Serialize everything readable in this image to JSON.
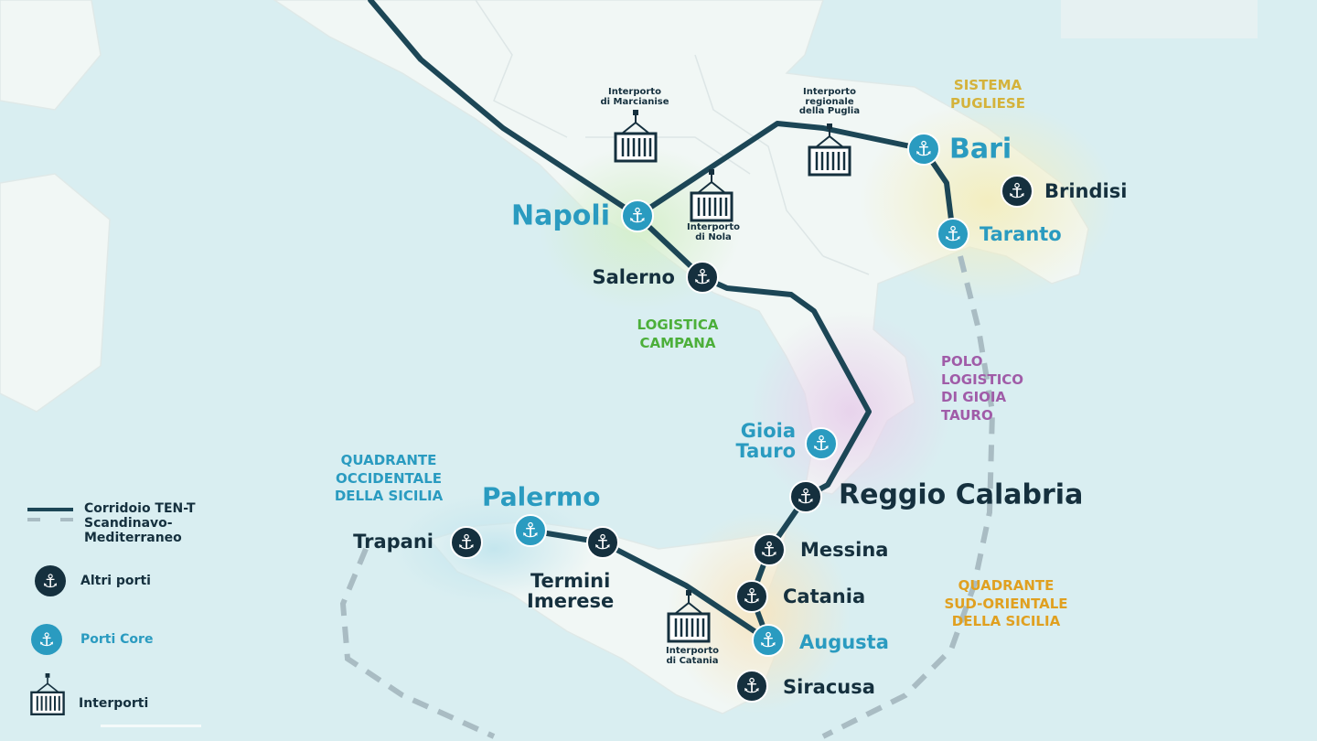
{
  "colors": {
    "sea": "#d9eef1",
    "land": "#f1f7f5",
    "corridor": "#1c4656",
    "core_port": "#2a9bc0",
    "other_port": "#15303e",
    "puglia": "#d4b23a",
    "campania": "#4caf3a",
    "gioia_tauro": "#a05ca8",
    "sicilia_ovest": "#2a9bc0",
    "sicilia_sud_est": "#e0a020"
  },
  "icons": {
    "port": "anchor-icon",
    "interporto": "container-crane-icon",
    "anchor_glyph": "⚓"
  },
  "ports": {
    "napoli": {
      "label": "Napoli",
      "type": "core"
    },
    "salerno": {
      "label": "Salerno",
      "type": "other"
    },
    "bari": {
      "label": "Bari",
      "type": "core"
    },
    "brindisi": {
      "label": "Brindisi",
      "type": "other"
    },
    "taranto": {
      "label": "Taranto",
      "type": "core"
    },
    "gioia_tauro": {
      "label_1": "Gioia",
      "label_2": "Tauro",
      "type": "core"
    },
    "reggio_calabria": {
      "label": "Reggio Calabria",
      "type": "other"
    },
    "messina": {
      "label": "Messina",
      "type": "other"
    },
    "catania": {
      "label": "Catania",
      "type": "other"
    },
    "augusta": {
      "label": "Augusta",
      "type": "core"
    },
    "siracusa": {
      "label": "Siracusa",
      "type": "other"
    },
    "palermo": {
      "label": "Palermo",
      "type": "core"
    },
    "trapani": {
      "label": "Trapani",
      "type": "other"
    },
    "termini_imerese": {
      "label_1": "Termini",
      "label_2": "Imerese",
      "type": "other"
    }
  },
  "interporti": {
    "marcianise": {
      "line_1": "Interporto",
      "line_2": "di Marcianise"
    },
    "nola": {
      "line_1": "Interporto",
      "line_2": "di Nola"
    },
    "puglia": {
      "line_1": "Interporto",
      "line_2": "regionale",
      "line_3": "della Puglia"
    },
    "catania": {
      "line_1": "Interporto",
      "line_2": "di Catania"
    }
  },
  "regions": {
    "sistema_pugliese": {
      "line_1": "SISTEMA",
      "line_2": "PUGLIESE"
    },
    "logistica_campana": {
      "line_1": "LOGISTICA",
      "line_2": "CAMPANA"
    },
    "gioia_tauro": {
      "line_1": "POLO",
      "line_2": "LOGISTICO",
      "line_3": "DI GIOIA",
      "line_4": "TAURO"
    },
    "sicilia_occidentale": {
      "line_1": "QUADRANTE",
      "line_2": "OCCIDENTALE",
      "line_3": "DELLA SICILIA"
    },
    "sicilia_sud_orientale": {
      "line_1": "QUADRANTE",
      "line_2": "SUD-ORIENTALE",
      "line_3": "DELLA SICILIA"
    }
  },
  "legend": {
    "corridor_1": "Corridoio TEN-T",
    "corridor_2": "Scandinavo-",
    "corridor_3": "Mediterraneo",
    "other_ports": "Altri porti",
    "core_ports": "Porti Core",
    "interporti": "Interporti"
  }
}
